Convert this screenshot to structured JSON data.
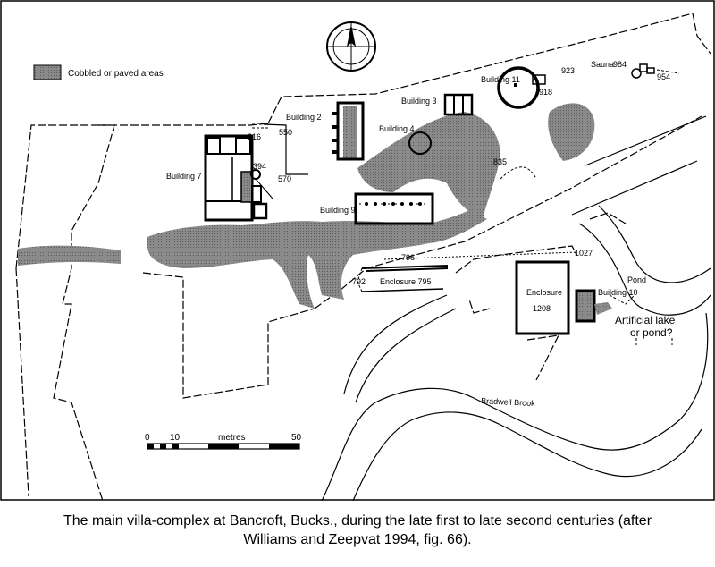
{
  "legend": {
    "label": "Cobbled or paved areas",
    "swatch_color": "#7a7a7a"
  },
  "labels": {
    "building_2": "Building 2",
    "building_3": "Building 3",
    "building_4": "Building 4",
    "building_7": "Building 7",
    "building_9": "Building 9",
    "building_10": "Building 10",
    "building_11": "Building 11",
    "sauna": "Sauna",
    "enclosure_795": "Enclosure 795",
    "enclosure_1208_name": "Enclosure",
    "enclosure_1208_num": "1208",
    "pond": "Pond",
    "lake_line1": "Artificial lake",
    "lake_line2": "or pond?",
    "bradwell_brook": "Bradwell Brook",
    "n216": "216",
    "n394": "394",
    "n550": "550",
    "n570": "570",
    "n792": "792",
    "n796": "796",
    "n835": "835",
    "n918": "918",
    "n923": "923",
    "n954": "954",
    "n984": "984",
    "n1027": "1027"
  },
  "scale": {
    "tick0": "0",
    "tick10": "10",
    "unit": "metres",
    "tick50": "50"
  },
  "caption": {
    "line1": "The main villa-complex at Bancroft, Bucks., during the late first to late second centuries (after",
    "line2": "Williams and Zeepvat 1994, fig. 66)."
  },
  "colors": {
    "ink": "#000000",
    "paved": "#7a7a7a",
    "paper": "#ffffff"
  },
  "icons": {
    "north": "compass-rose-icon"
  }
}
